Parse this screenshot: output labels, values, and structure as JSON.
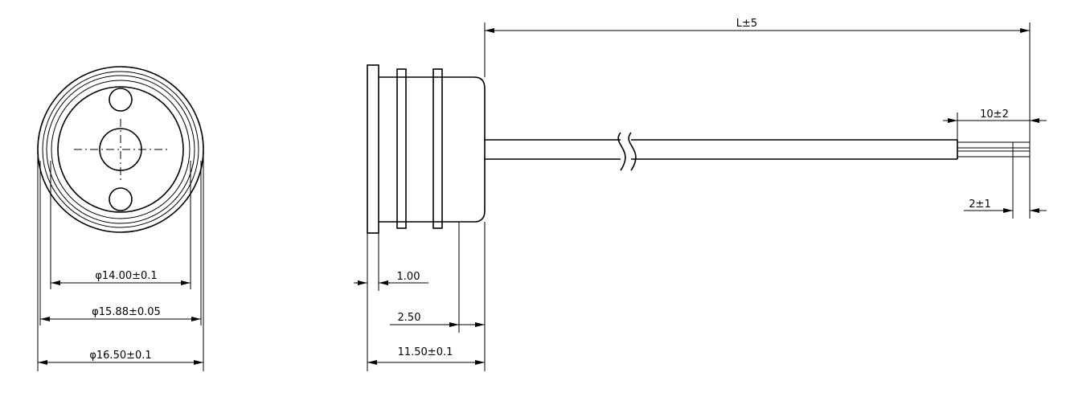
{
  "drawing": {
    "front_view": {
      "dimensions": {
        "d1": "φ14.00±0.1",
        "d2": "φ15.88±0.05",
        "d3": "φ16.50±0.1"
      }
    },
    "side_view": {
      "dimensions": {
        "flange_thickness": "1.00",
        "body_step": "2.50",
        "body_length": "11.50±0.1",
        "cable_length": "L±5",
        "strip_length": "10±2",
        "tin_length": "2±1"
      }
    }
  }
}
